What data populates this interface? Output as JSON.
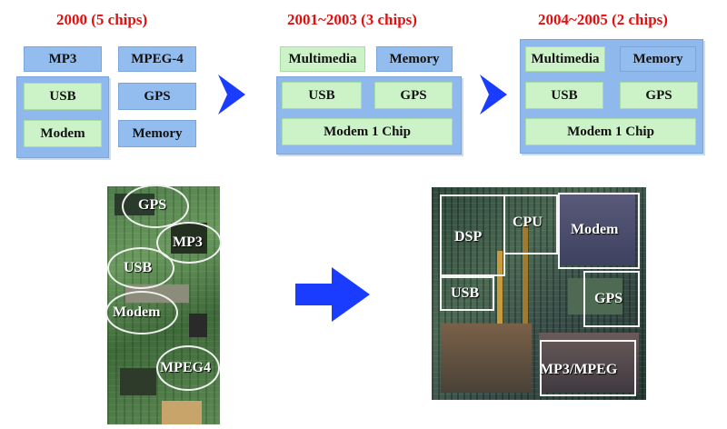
{
  "stages": [
    {
      "title": "2000 (5 chips)",
      "chips": [
        "MP3",
        "MPEG-4",
        "USB",
        "GPS",
        "Modem",
        "Memory"
      ]
    },
    {
      "title": "2001~2003 (3 chips)",
      "chips": [
        "Multimedia",
        "Memory",
        "USB",
        "GPS",
        "Modem 1 Chip"
      ]
    },
    {
      "title": "2004~2005 (2 chips)",
      "chips": [
        "Multimedia",
        "Memory",
        "USB",
        "GPS",
        "Modem 1 Chip"
      ]
    }
  ],
  "board_labels": [
    "GPS",
    "MP3",
    "USB",
    "Modem",
    "MPEG4"
  ],
  "die_labels": [
    "DSP",
    "CPU",
    "Modem",
    "USB",
    "GPS",
    "MP3/MPEG"
  ],
  "colors": {
    "title_red": "#e01010",
    "arrow_blue": "#1a3cff",
    "group_blue": "#8fb8ec",
    "chip_green": "#ccf2c8"
  }
}
